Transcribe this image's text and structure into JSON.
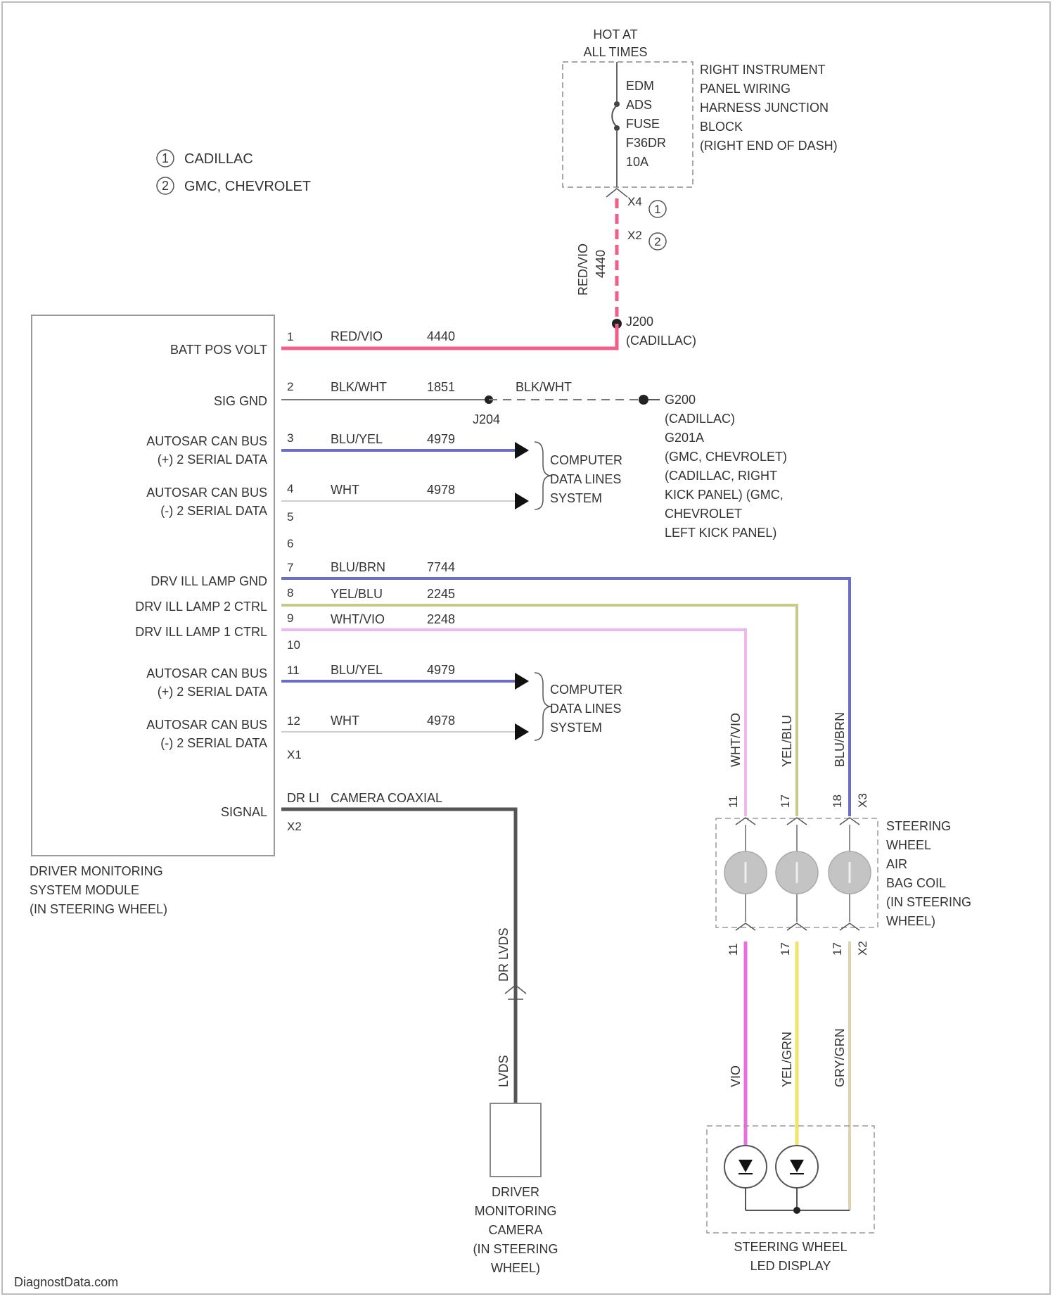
{
  "legend": [
    {
      "num": "1",
      "text": "CADILLAC"
    },
    {
      "num": "2",
      "text": "GMC, CHEVROLET"
    }
  ],
  "fuse_block": {
    "hot_line1": "HOT AT",
    "hot_line2": "ALL TIMES",
    "fuse_lines": [
      "EDM",
      "ADS",
      "FUSE",
      "F36DR",
      "10A"
    ],
    "name_lines": [
      "RIGHT INSTRUMENT",
      "PANEL WIRING",
      "HARNESS JUNCTION",
      "BLOCK",
      "(RIGHT END OF DASH)"
    ],
    "pin_a": "X4",
    "pin_b": "X2",
    "wire_color": "RED/VIO",
    "wire_num": "4440"
  },
  "splice_j200": {
    "name": "J200",
    "note": "(CADILLAC)"
  },
  "splice_j204": {
    "name": "J204"
  },
  "ground": {
    "name": "G200",
    "lines": [
      "(CADILLAC)",
      "G201A",
      "(GMC, CHEVROLET)",
      "(CADILLAC, RIGHT",
      "KICK PANEL) (GMC,",
      "CHEVROLET",
      "LEFT KICK PANEL)"
    ],
    "wire_color_right": "BLK/WHT"
  },
  "module": {
    "name_lines": [
      "DRIVER MONITORING",
      "SYSTEM MODULE",
      "(IN STEERING WHEEL)"
    ],
    "pins": [
      {
        "pin": "1",
        "label": "BATT POS VOLT",
        "color": "RED/VIO",
        "circuit": "4440"
      },
      {
        "pin": "2",
        "label": "SIG GND",
        "color": "BLK/WHT",
        "circuit": "1851"
      },
      {
        "pin": "3",
        "label": "AUTOSAR CAN BUS",
        "label2": "(+) 2 SERIAL DATA",
        "color": "BLU/YEL",
        "circuit": "4979"
      },
      {
        "pin": "4",
        "label": "AUTOSAR CAN BUS",
        "label2": "(-) 2 SERIAL DATA",
        "color": "WHT",
        "circuit": "4978"
      },
      {
        "pin": "5"
      },
      {
        "pin": "6"
      },
      {
        "pin": "7",
        "label": "DRV ILL LAMP GND",
        "color": "BLU/BRN",
        "circuit": "7744"
      },
      {
        "pin": "8",
        "label": "DRV ILL LAMP 2 CTRL",
        "color": "YEL/BLU",
        "circuit": "2245"
      },
      {
        "pin": "9",
        "label": "DRV ILL LAMP 1 CTRL",
        "color": "WHT/VIO",
        "circuit": "2248"
      },
      {
        "pin": "10"
      },
      {
        "pin": "11",
        "label": "AUTOSAR CAN BUS",
        "label2": "(+) 2 SERIAL DATA",
        "color": "BLU/YEL",
        "circuit": "4979"
      },
      {
        "pin": "12",
        "label": "AUTOSAR CAN BUS",
        "label2": "(-) 2 SERIAL DATA",
        "color": "WHT",
        "circuit": "4978"
      },
      {
        "pin": "X1"
      },
      {
        "pin": "X2",
        "label": "SIGNAL",
        "color": "CAMERA COAXIAL",
        "circuit": "DR LI"
      }
    ]
  },
  "data_lines": [
    "COMPUTER",
    "DATA LINES",
    "SYSTEM"
  ],
  "camera": {
    "name_lines": [
      "DRIVER",
      "MONITORING",
      "CAMERA",
      "(IN STEERING",
      "WHEEL)"
    ],
    "lvds_upper": "DR LVDS",
    "lvds_lower": "LVDS"
  },
  "coil": {
    "name_lines": [
      "STEERING",
      "WHEEL",
      "AIR",
      "BAG COIL",
      "(IN STEERING",
      "WHEEL)"
    ],
    "upper_colors": [
      "WHT/VIO",
      "YEL/BLU",
      "BLU/BRN"
    ],
    "lower_colors": [
      "VIO",
      "YEL/GRN",
      "GRY/GRN"
    ],
    "top_pins": [
      "11",
      "17",
      "18"
    ],
    "top_conn": "X3",
    "bottom_pins": [
      "11",
      "17",
      "17"
    ],
    "bottom_conn": "X2"
  },
  "led": {
    "name_lines": [
      "STEERING WHEEL",
      "LED DISPLAY"
    ]
  },
  "watermark": "DiagnostData.com",
  "colors": {
    "red": "#ef5f87",
    "blue": "#6d6dc7",
    "olive": "#c9c98a",
    "pink": "#efb7ef",
    "magenta": "#e86fe0",
    "yellow": "#f0e46a",
    "tan": "#dcd3b2",
    "gray": "#8e8e8e",
    "dark": "#555555",
    "white_wire": "#cccccc"
  }
}
